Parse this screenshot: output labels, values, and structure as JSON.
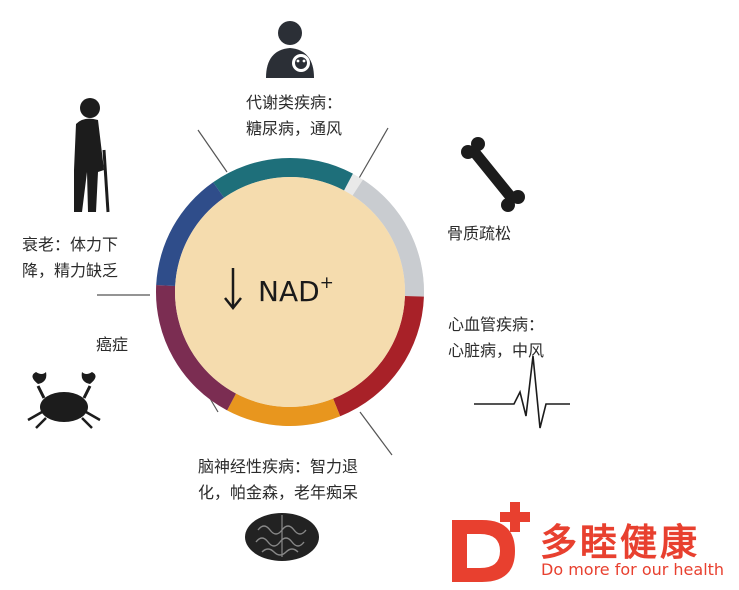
{
  "center": {
    "label": "NAD",
    "superscript": "+",
    "arrow_icon": "down-arrow-icon"
  },
  "segments": [
    {
      "id": "metabolic",
      "lines": [
        "代谢类疾病：",
        "糖尿病，通风"
      ],
      "color": "#1e6f7a",
      "icon": "person-with-baby-icon"
    },
    {
      "id": "osteoporosis",
      "lines": [
        "骨质疏松"
      ],
      "color": "#c9ccd0",
      "icon": "bone-icon"
    },
    {
      "id": "cardiovascular",
      "lines": [
        "心血管疾病：",
        "心脏病，中风"
      ],
      "color": "#a82128",
      "icon": "heartbeat-line-icon"
    },
    {
      "id": "neurological",
      "lines": [
        "脑神经性疾病：智力退",
        "化，帕金森，老年痴呆"
      ],
      "color": "#e8961e",
      "icon": "brain-icon"
    },
    {
      "id": "cancer",
      "lines": [
        "癌症"
      ],
      "color": "#7b2d52",
      "icon": "crab-icon"
    },
    {
      "id": "aging",
      "lines": [
        "衰老：体力下",
        "降，精力缺乏"
      ],
      "color": "#2f4d8a",
      "icon": "elderly-person-icon"
    }
  ],
  "colors": {
    "circle_fill": "#f5dcae",
    "ring_base": "#e9e9e9",
    "brand": "#e8402f"
  },
  "brand": {
    "name": "多睦健康",
    "slogan": "Do more for our health",
    "logo_icon": "d-plus-logo-icon"
  }
}
